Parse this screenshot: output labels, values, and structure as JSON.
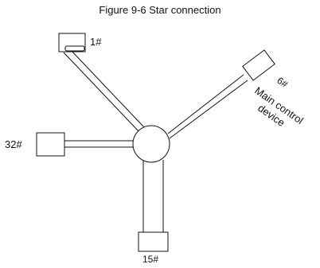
{
  "title": "Figure 9-6 Star connection",
  "nodes": {
    "top_label": "1#",
    "right_label": "6#",
    "left_label": "32#",
    "bottom_label": "15#",
    "device_line1": "Main control",
    "device_line2": "device"
  },
  "colors": {
    "stroke": "#111111",
    "background": "#ffffff"
  }
}
